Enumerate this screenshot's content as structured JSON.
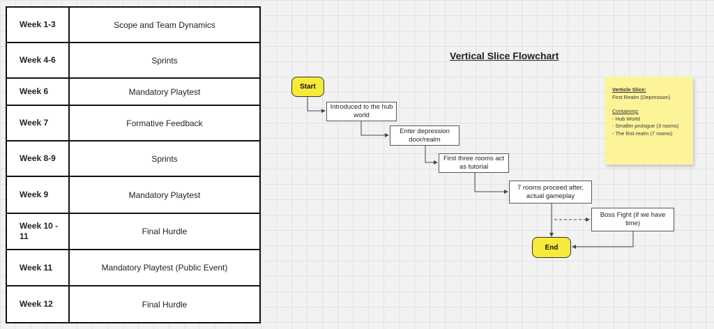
{
  "schedule": [
    {
      "week": "Week 1-3",
      "activity": "Scope and Team Dynamics"
    },
    {
      "week": "Week 4-6",
      "activity": "Sprints"
    },
    {
      "week": "Week 6",
      "activity": "Mandatory Playtest"
    },
    {
      "week": "Week 7",
      "activity": "Formative Feedback"
    },
    {
      "week": "Week 8-9",
      "activity": "Sprints"
    },
    {
      "week": "Week 9",
      "activity": "Mandatory Playtest"
    },
    {
      "week": "Week 10 -\n11",
      "activity": "Final Hurdle"
    },
    {
      "week": "Week 11",
      "activity": "Mandatory Playtest (Public Event)"
    },
    {
      "week": "Week 12",
      "activity": "Final Hurdle"
    }
  ],
  "flowchart": {
    "title": "Vertical Slice Flowchart",
    "start": "Start",
    "end": "End",
    "steps": [
      "Introduced to the hub world",
      "Enter depression door/realm",
      "First three rooms act as tutorial",
      "7 rooms proceed after, actual gameplay",
      "Boss Fight (if we have time)"
    ]
  },
  "sticky_note": {
    "heading": "Verticle Slice:",
    "subheading": "First Realm (Depression)",
    "containing_label": "Containing:",
    "items": [
      "- Hub World",
      "- Smaller prologue (3 rooms)",
      "- The first realm (7 rooms)"
    ]
  },
  "colors": {
    "terminal": "#f7ea3a",
    "sticky": "#fdf49a",
    "grid_bg": "#f2f2f2"
  }
}
